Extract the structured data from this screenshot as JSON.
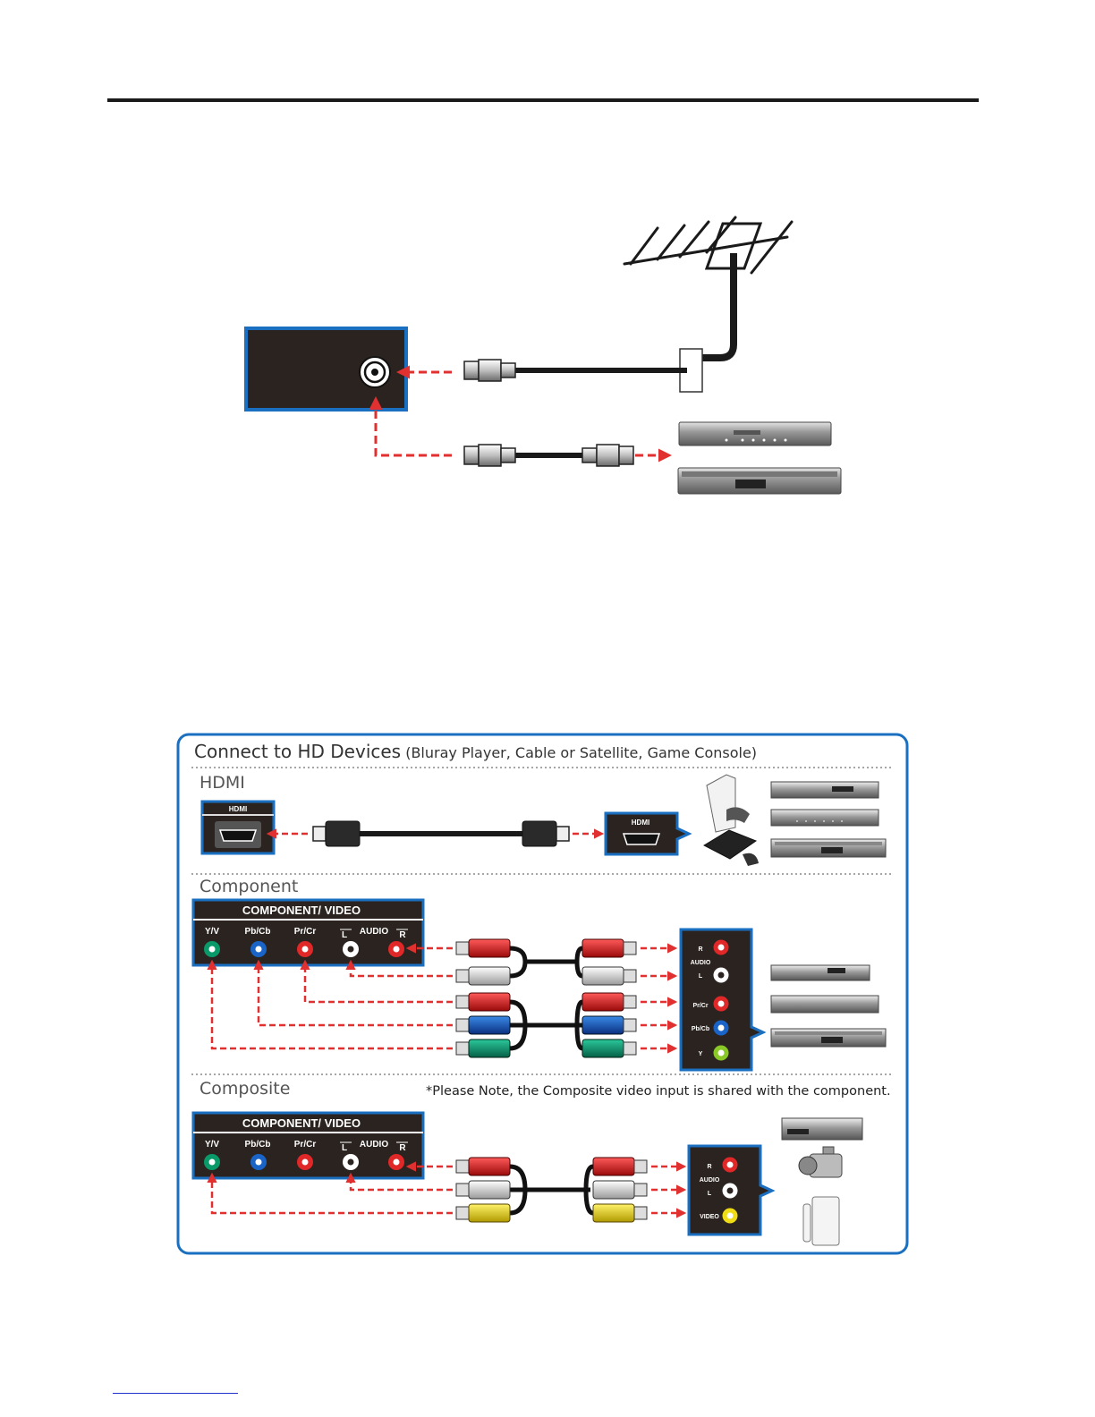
{
  "hd_panel": {
    "title": "Connect to HD Devices",
    "subtitle": "(Bluray Player, Cable or Satellite, Game Console)",
    "hdmi_heading": "HDMI",
    "component_heading": "Component",
    "composite_heading": "Composite",
    "composite_note": "*Please Note, the Composite video input is shared with the component."
  },
  "tv_panel": {
    "hdmi_label": "HDMI",
    "component_header": "COMPONENT/ VIDEO",
    "jacks": {
      "yv": "Y/V",
      "pbcb": "Pb/Cb",
      "prcr": "Pr/Cr",
      "l": "L",
      "audio": "AUDIO",
      "r": "R"
    }
  },
  "device_panel": {
    "hdmi_label": "HDMI",
    "r": "R",
    "audio": "AUDIO",
    "l": "L",
    "pr": "Pr/Cr",
    "pb": "Pb/Cb",
    "y": "Y",
    "video": "VIDEO"
  },
  "colors": {
    "panel_border": "#1a6fc0",
    "dashed_arrow": "#e03030",
    "jack_green": "#0a9a6a",
    "jack_blue": "#1a64c8",
    "jack_red": "#e02828",
    "jack_yellow": "#f0dc14",
    "jack_white": "#ffffff",
    "panel_fill": "#2b231f"
  }
}
